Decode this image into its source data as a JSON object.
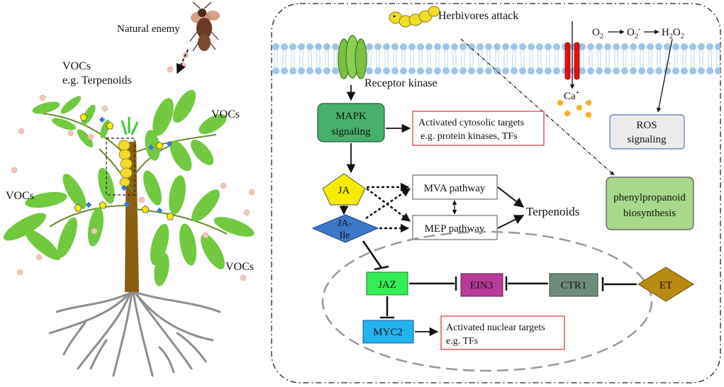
{
  "left_panel": {
    "natural_enemy": "Natural enemy",
    "vocs_terpenoids_line1": "VOCs",
    "vocs_terpenoids_line2": "e.g. Terpenoids",
    "vocs_right": "VOCs",
    "vocs_left": "VOCs",
    "vocs_bottom": "VOCs"
  },
  "cell_panel": {
    "herbivores_attack": "Herbivores attack",
    "receptor_kinase": "Receptor kinase",
    "oxygen_chain": {
      "o2_a": "O",
      "o2_a_sub": "2",
      "o2_b": "O",
      "o2_b_sub": "2",
      "o2_b_sup": "-",
      "h2o2_h": "H",
      "h2o2_h_sub": "2",
      "h2o2_o": "O",
      "h2o2_o_sub": "2"
    },
    "calcium": "Ca",
    "calcium_sup": "+",
    "mapk_line1": "MAPK",
    "mapk_line2": "signaling",
    "cytosolic_line1": "Activated cytosolic targets",
    "cytosolic_line2": "e.g. protein kinases, TFs",
    "ros_line1": "ROS",
    "ros_line2": "signaling",
    "phenyl_line1": "phenylpropanoid",
    "phenyl_line2": "biosynthesis",
    "ja": "JA",
    "ja_ile_line1": "JA-",
    "ja_ile_line2": "Ile",
    "mva": "MVA pathway",
    "mep": "MEP pathway",
    "terpenoids": "Terpenoids",
    "jaz": "JAZ",
    "ein3": "EIN3",
    "ctr1": "CTR1",
    "et": "ET",
    "myc2": "MYC2",
    "nuclear_line1": "Activated nuclear targets",
    "nuclear_line2": "e.g. TFs"
  },
  "colors": {
    "membrane": "#9ec5ea",
    "mapk_fill": "#48b06c",
    "ja_fill": "#f5ec00",
    "ja_ile_fill": "#3c78c8",
    "jaz_fill": "#33ee55",
    "ein3_fill": "#b83a9a",
    "ctr1_fill": "#6e8c7a",
    "et_fill": "#b98a12",
    "myc2_fill": "#22b4ee",
    "phenyl_fill": "#a8d88a",
    "ros_fill": "#ececec",
    "leaf": "#72c940",
    "stem": "#8a5f12",
    "root": "#8e8e8e",
    "calcium_dots": "#f7ae1c",
    "channel": "#e01010"
  }
}
